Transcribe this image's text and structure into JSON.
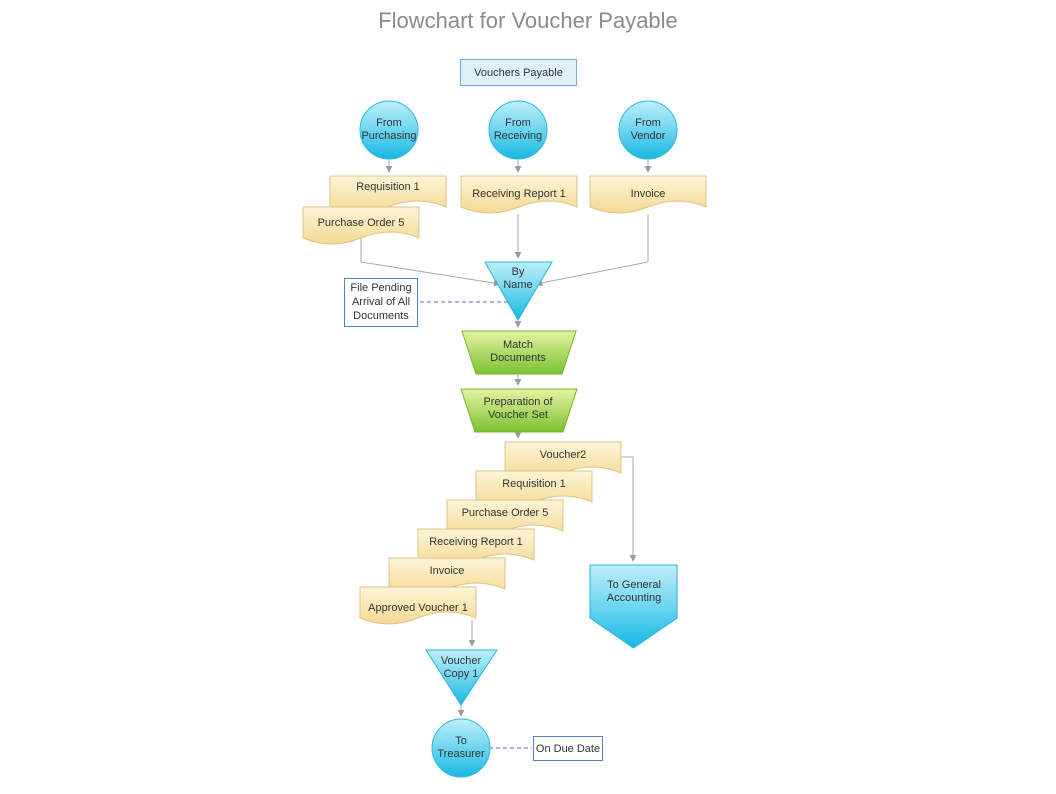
{
  "title": "Flowchart for Voucher Payable",
  "colors": {
    "title_text": "#8b8b8b",
    "cyan_shape": "#27c0e6",
    "green_shape": "#7cc131",
    "document_fill": "#f6dc9b",
    "terminator_fill": "#def1fb",
    "terminator_border": "#68aed6",
    "connector": "#a9a9a9",
    "note_border": "#4f86c0",
    "note_connector": "#4472c4",
    "label_text": "#333333"
  },
  "nodes": {
    "vouchers_payable": "Vouchers Payable",
    "from_purchasing": "From Purchasing",
    "from_receiving": "From Receiving",
    "from_vendor": "From Vendor",
    "requisition_1": "Requisition 1",
    "purchase_order_5": "Purchase Order 5",
    "receiving_report_1": "Receiving Report 1",
    "invoice": "Invoice",
    "by_name": "By Name",
    "match_documents": "Match Documents",
    "preparation_of_voucher_set": "Preparation of Voucher Set",
    "to_general_accounting": "To General Accounting",
    "voucher_copy_1": "Voucher Copy 1",
    "to_treasurer": "To Treasurer"
  },
  "stack": [
    "Voucher2",
    "Requisition 1",
    "Purchase Order 5",
    "Receiving Report 1",
    "Invoice",
    "Approved Voucher 1"
  ],
  "notes": {
    "file_pending": "File Pending Arrival of All Documents",
    "on_due_date": "On Due Date"
  }
}
